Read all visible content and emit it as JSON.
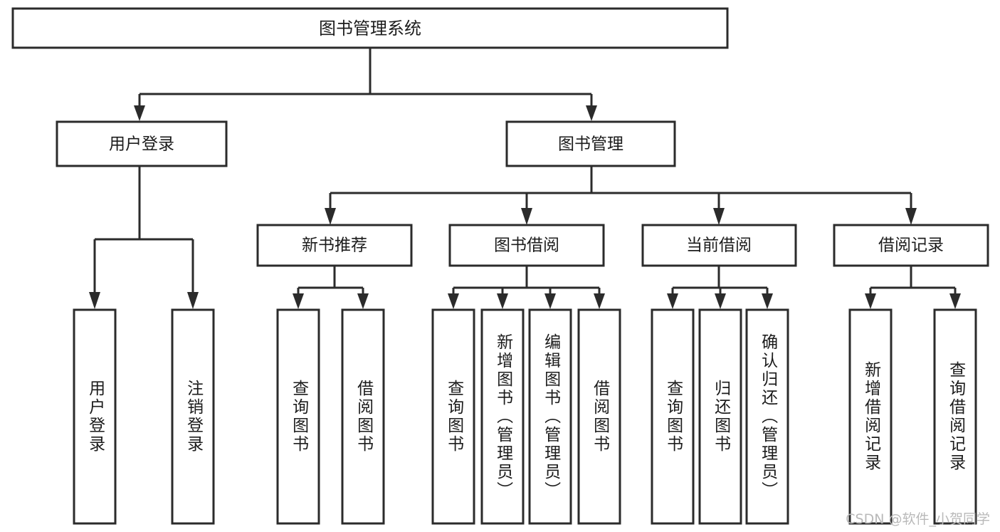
{
  "diagram": {
    "type": "tree",
    "title": "图书管理系统",
    "root": {
      "id": "root",
      "label": "图书管理系统"
    },
    "level1": [
      {
        "id": "user-login",
        "label": "用户登录"
      },
      {
        "id": "book-manage",
        "label": "图书管理"
      }
    ],
    "level2": [
      {
        "id": "new-book-recommend",
        "label": "新书推荐"
      },
      {
        "id": "book-borrow",
        "label": "图书借阅"
      },
      {
        "id": "current-borrow",
        "label": "当前借阅"
      },
      {
        "id": "borrow-record",
        "label": "借阅记录"
      }
    ],
    "leaves": {
      "user_login": [
        {
          "id": "leaf-user-login",
          "label": "用户登录"
        },
        {
          "id": "leaf-logout",
          "label": "注销登录"
        }
      ],
      "new_book_recommend": [
        {
          "id": "leaf-query-book-1",
          "label": "查询图书"
        },
        {
          "id": "leaf-borrow-book-1",
          "label": "借阅图书"
        }
      ],
      "book_borrow": [
        {
          "id": "leaf-query-book-2",
          "label": "查询图书"
        },
        {
          "id": "leaf-add-book",
          "label": "新增图书（管理员）"
        },
        {
          "id": "leaf-edit-book",
          "label": "编辑图书（管理员）"
        },
        {
          "id": "leaf-borrow-book-2",
          "label": "借阅图书"
        }
      ],
      "current_borrow": [
        {
          "id": "leaf-query-book-3",
          "label": "查询图书"
        },
        {
          "id": "leaf-return-book",
          "label": "归还图书"
        },
        {
          "id": "leaf-confirm-return",
          "label": "确认归还（管理员）"
        }
      ],
      "borrow_record": [
        {
          "id": "leaf-add-record",
          "label": "新增借阅记录"
        },
        {
          "id": "leaf-query-record",
          "label": "查询借阅记录"
        }
      ]
    }
  },
  "watermark": {
    "text": "CSDN @软件_小贺同学"
  },
  "colors": {
    "stroke": "#2b2b2b",
    "fill": "#ffffff",
    "text": "#1c1c1c",
    "watermark": "#b9b9b9"
  }
}
